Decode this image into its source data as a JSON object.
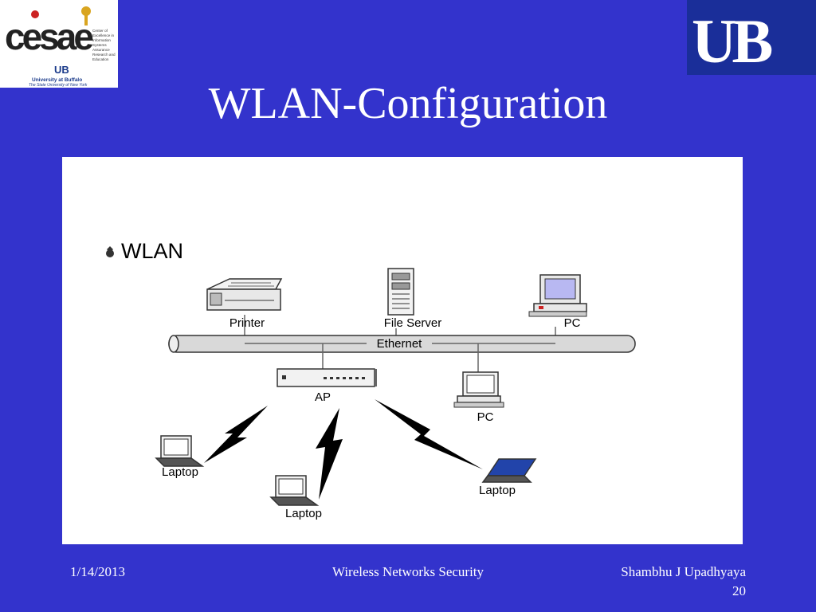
{
  "slide": {
    "title": "WLAN-Configuration"
  },
  "logos": {
    "left": {
      "mark": "cesae",
      "lines": [
        "Center of",
        "Excellence in",
        "Information",
        "Systems",
        "Assurance",
        "Research and",
        "Education"
      ],
      "ub": "UB",
      "university": "University at Buffalo",
      "tagline": "The State University of New York"
    },
    "right": {
      "mark": "UB"
    }
  },
  "diagram": {
    "heading": "WLAN",
    "backbone_label": "Ethernet",
    "devices": {
      "printer": "Printer",
      "file_server": "File Server",
      "pc_top": "PC",
      "ap": "AP",
      "pc_wired": "PC",
      "laptop_left": "Laptop",
      "laptop_center": "Laptop",
      "laptop_right": "Laptop"
    }
  },
  "footer": {
    "date": "1/14/2013",
    "center": "Wireless Networks Security",
    "author": "Shambhu J Upadhyaya",
    "page": "20"
  },
  "colors": {
    "background": "#3333cc",
    "title_text": "#ffffff",
    "ub_logo_bg": "#1a2e99",
    "cesae_red": "#cc2222",
    "cesae_blue": "#1a3a8a"
  }
}
